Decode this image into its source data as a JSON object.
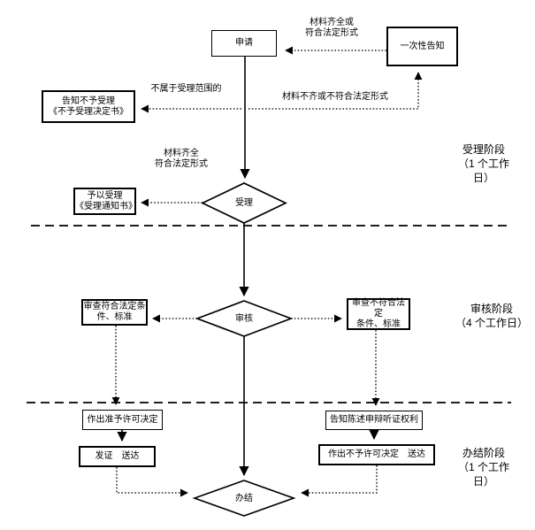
{
  "nodes": {
    "apply": {
      "label": "申请"
    },
    "one_time_notice": {
      "label": "一次性告知"
    },
    "reject_notice": {
      "label": "告知不予受理\n《不予受理决定书》"
    },
    "accept_notice": {
      "label": "予以受理\n《受理通知书》"
    },
    "accept_decision": {
      "label": "受理"
    },
    "review_decision": {
      "label": "审核"
    },
    "review_pass": {
      "label": "审查符合法定条\n件、标准"
    },
    "review_fail": {
      "label": "审查不符合法定\n条件、标准"
    },
    "grant_decision": {
      "label": "作出准予许可决定"
    },
    "issue_deliver": {
      "label": "发证　送达"
    },
    "inform_rights": {
      "label": "告知陈述申辩听证权利"
    },
    "deny_deliver": {
      "label": "作出不予许可决定　送达"
    },
    "complete": {
      "label": "办结"
    }
  },
  "edge_labels": {
    "complete_form_top": "材料齐全或\n符合法定形式",
    "not_in_scope": "不属于受理范围的",
    "incomplete_form": "材料不齐或不符合法定形式",
    "complete_form_mid": "材料齐全\n符合法定形式"
  },
  "stages": {
    "accept": "受理阶段\n（1 个工作\n日）",
    "review": "审核阶段\n（4 个工作日）",
    "complete": "办结阶段\n（1 个工作\n日）"
  },
  "colors": {
    "line": "#000000",
    "background": "#ffffff",
    "text": "#000000"
  }
}
